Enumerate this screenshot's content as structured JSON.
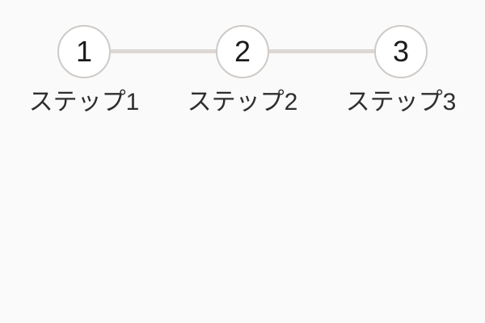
{
  "page": {
    "background_color": "#fafafa"
  },
  "stepper": {
    "steps": [
      {
        "number": "1",
        "label": "ステップ1"
      },
      {
        "number": "2",
        "label": "ステップ2"
      },
      {
        "number": "3",
        "label": "ステップ3"
      }
    ],
    "colors": {
      "circle_fill": "#ffffff",
      "circle_border": "#cfcac6",
      "connector": "#ddd8d4",
      "number_text": "#1c1c1c",
      "label_text": "#2e2e2e"
    }
  }
}
